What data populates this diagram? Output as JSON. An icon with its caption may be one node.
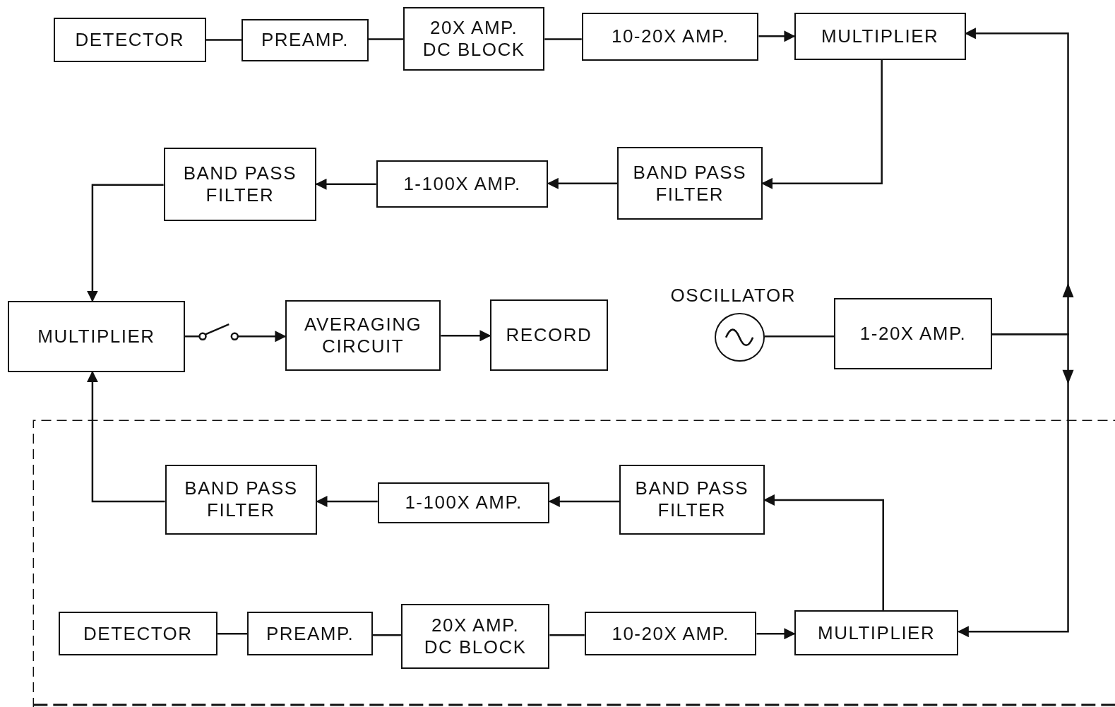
{
  "diagram": {
    "nodes": [
      {
        "text": [
          "DETECTOR"
        ]
      },
      {
        "text": [
          "PREAMP."
        ]
      },
      {
        "text": [
          "20X AMP. DC BLOCK"
        ]
      },
      {
        "text": [
          "10-20X AMP."
        ]
      },
      {
        "text": [
          "MULTIPLIER"
        ]
      },
      {
        "text": [
          "BAND PASS FILTER"
        ]
      },
      {
        "text": [
          "1-100X AMP."
        ]
      },
      {
        "text": [
          "BAND PASS FILTER"
        ]
      },
      {
        "text": [
          "MULTIPLIER"
        ]
      },
      {
        "text": [
          "AVERAGING CIRCUIT"
        ]
      },
      {
        "text": [
          "RECORD"
        ]
      },
      {
        "text": [],
        "shape": "circle",
        "beside": [
          "OSCILLATOR"
        ]
      },
      {
        "text": [
          "1-20X AMP."
        ]
      },
      {
        "text": [
          "BAND PASS FILTER"
        ]
      },
      {
        "text": [
          "1-100X AMP."
        ]
      },
      {
        "text": [
          "BAND PASS FILTER"
        ]
      },
      {
        "text": [
          "DETECTOR"
        ]
      },
      {
        "text": [
          "PREAMP."
        ]
      },
      {
        "text": [
          "20X AMP. DC BLOCK"
        ]
      },
      {
        "text": [
          "10-20X AMP."
        ]
      },
      {
        "text": [
          "MULTIPLIER"
        ]
      }
    ],
    "edges": [
      {
        "from": 0,
        "to": 1,
        "arrow": "none"
      },
      {
        "from": 1,
        "to": 2,
        "arrow": "none"
      },
      {
        "from": 2,
        "to": 3,
        "arrow": "none"
      },
      {
        "from": 3,
        "to": 4,
        "arrow": "to"
      },
      {
        "from": 4,
        "to": 5,
        "arrow": "to"
      },
      {
        "from": 5,
        "to": 6,
        "arrow": "to"
      },
      {
        "from": 6,
        "to": 7,
        "arrow": "to"
      },
      {
        "from": 7,
        "to": 8,
        "arrow": "to"
      },
      {
        "from": 8,
        "to": 9,
        "arrow": "to"
      },
      {
        "from": 9,
        "to": 10,
        "arrow": "to"
      },
      {
        "from": 11,
        "to": 12,
        "arrow": "none"
      },
      {
        "from": 12,
        "to": 4,
        "arrow": "to"
      },
      {
        "from": 12,
        "to": 20,
        "arrow": "to"
      },
      {
        "from": 13,
        "to": 8,
        "arrow": "to"
      },
      {
        "from": 15,
        "to": 14,
        "arrow": "to"
      },
      {
        "from": 14,
        "to": 13,
        "arrow": "to"
      },
      {
        "from": 20,
        "to": 15,
        "arrow": "to"
      },
      {
        "from": 16,
        "to": 17,
        "arrow": "none"
      },
      {
        "from": 17,
        "to": 18,
        "arrow": "none"
      },
      {
        "from": 18,
        "to": 19,
        "arrow": "none"
      },
      {
        "from": 19,
        "to": 20,
        "arrow": "to"
      }
    ]
  }
}
